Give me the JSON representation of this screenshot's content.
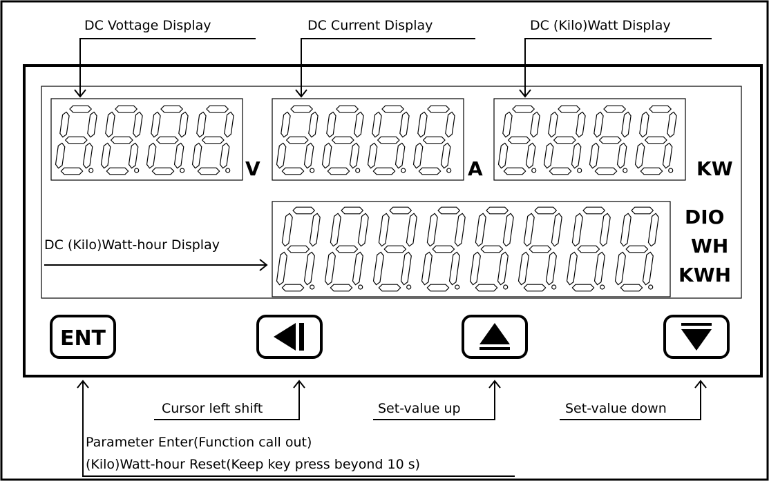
{
  "labels": {
    "voltage": "DC Vottage Display",
    "current": "DC Current Display",
    "watt": "DC (Kilo)Watt Display",
    "watthour": "DC (Kilo)Watt-hour Display",
    "cursor_left": "Cursor left shift",
    "set_up": "Set-value up",
    "set_down": "Set-value down",
    "enter_line1": "Parameter Enter(Function call out)",
    "enter_line2": "(Kilo)Watt-hour Reset(Keep key press  beyond 10 s)"
  },
  "units": {
    "voltage": "V",
    "current": "A",
    "watt": "KW",
    "energy_dio": "DIO",
    "energy_wh": "WH",
    "energy_kwh": "KWH"
  },
  "buttons": {
    "enter": "ENT",
    "left_icon": "cursor-left-icon",
    "up_icon": "up-triangle-icon",
    "down_icon": "down-triangle-icon"
  },
  "displays": {
    "voltage_digits": 4,
    "current_digits": 4,
    "watt_digits": 4,
    "watthour_digits": 8
  }
}
